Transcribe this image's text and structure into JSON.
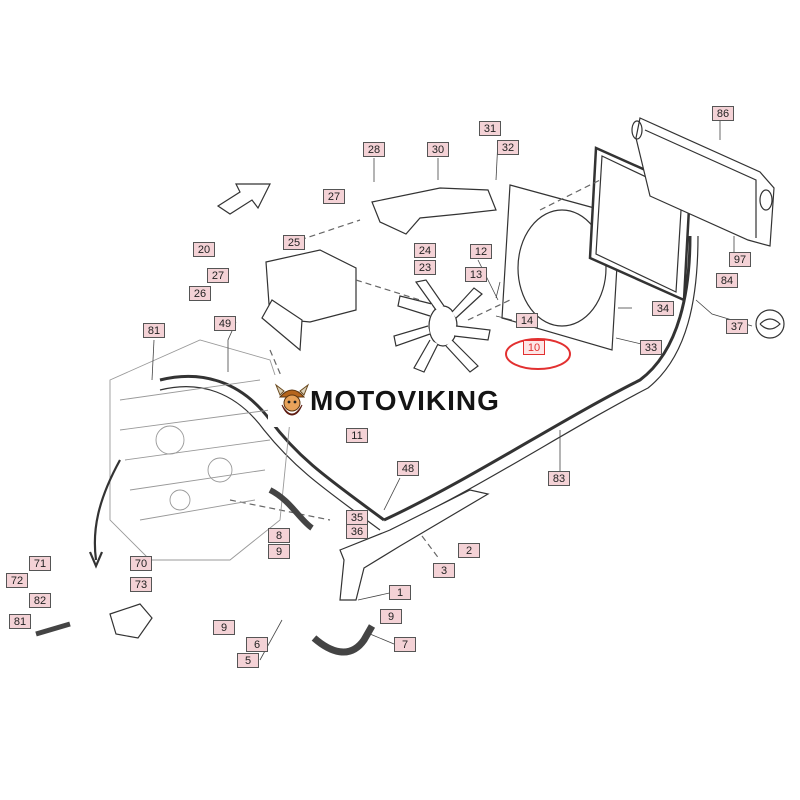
{
  "brand": {
    "name": "MOTOVIKING",
    "logo_icon": "viking-mascot-icon"
  },
  "highlight": {
    "part": "10",
    "color": "#e23030"
  },
  "colors": {
    "callout_fill": "#f4d2d6",
    "callout_border": "#555555",
    "line": "#333333"
  },
  "callouts": [
    "86",
    "31",
    "32",
    "28",
    "30",
    "27",
    "25",
    "20",
    "24",
    "23",
    "12",
    "13",
    "97",
    "84",
    "27",
    "26",
    "14",
    "34",
    "37",
    "81",
    "49",
    "10",
    "33",
    "11",
    "83",
    "48",
    "35",
    "36",
    "8",
    "9",
    "2",
    "3",
    "71",
    "70",
    "72",
    "73",
    "82",
    "1",
    "9",
    "81",
    "9",
    "6",
    "7",
    "5"
  ]
}
